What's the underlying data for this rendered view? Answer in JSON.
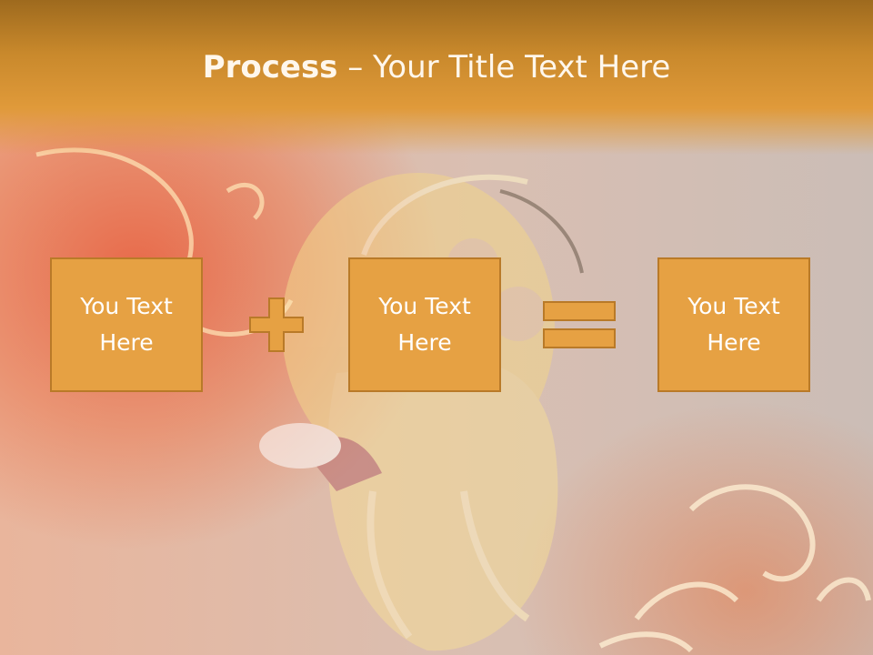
{
  "slide": {
    "title_bold": "Process",
    "title_rest": " – Your Title Text Here",
    "boxes": [
      {
        "line1": "You Text",
        "line2": "Here"
      },
      {
        "line1": "You Text",
        "line2": "Here"
      },
      {
        "line1": "You Text",
        "line2": "Here"
      }
    ],
    "operators": [
      "plus-icon",
      "equals-icon"
    ],
    "colors": {
      "header": "#c9892c",
      "box_fill": "#e6a143",
      "box_border": "#b97a28",
      "text": "#ffffff"
    }
  }
}
